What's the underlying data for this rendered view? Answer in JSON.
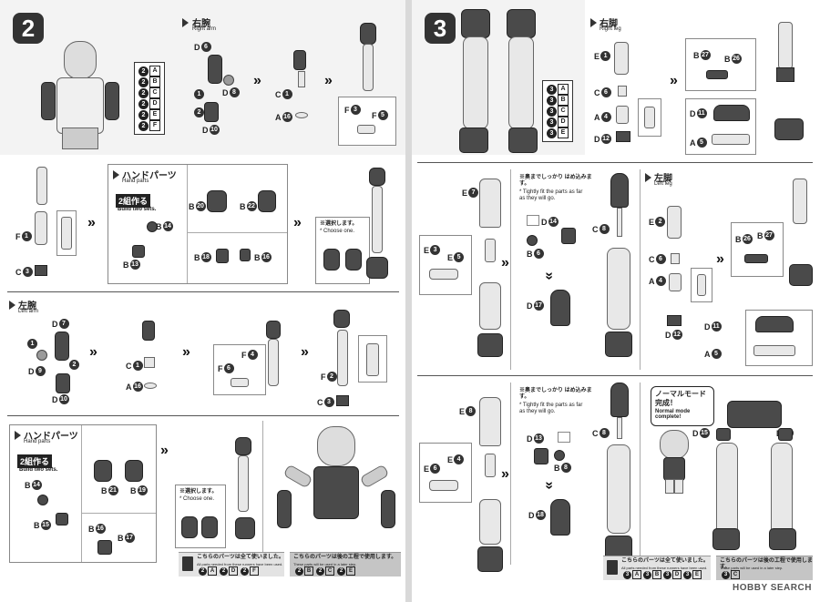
{
  "left_page": {
    "step2": {
      "number": "2",
      "right_arm": {
        "title_jp": "右腕",
        "title_en": "Right arm"
      },
      "gates": [
        {
          "n": "2",
          "c": "A"
        },
        {
          "n": "2",
          "c": "B"
        },
        {
          "n": "2",
          "c": "C"
        },
        {
          "n": "2",
          "c": "D"
        },
        {
          "n": "2",
          "c": "E"
        },
        {
          "n": "2",
          "c": "F"
        }
      ],
      "labels": {
        "d6": "D",
        "d6n": "6",
        "d8": "D",
        "d8n": "8",
        "d10": "D",
        "d10n": "10",
        "c1": "C",
        "c1n": "1",
        "a16": "A",
        "a16n": "16",
        "f3": "F",
        "f3n": "3",
        "f5": "F",
        "f5n": "5",
        "step1": "1",
        "step2": "2"
      }
    },
    "hand_parts_1": {
      "title_jp": "ハンドパーツ",
      "title_en": "Hand parts",
      "build_jp": "2組作る",
      "build_en": "Build two sets.",
      "labels": {
        "f1": "F",
        "f1n": "1",
        "c3": "C",
        "c3n": "3",
        "b14": "B",
        "b14n": "14",
        "b13": "B",
        "b13n": "13",
        "b20": "B",
        "b20n": "20",
        "b22": "B",
        "b22n": "22",
        "b18": "B",
        "b18n": "18",
        "b16": "B",
        "b16n": "16"
      },
      "choose_jp": "※選択します。",
      "choose_en": "* Choose one."
    },
    "left_arm": {
      "title_jp": "左腕",
      "title_en": "Left arm",
      "labels": {
        "d7": "D",
        "d7n": "7",
        "d9": "D",
        "d9n": "9",
        "d10": "D",
        "d10n": "10",
        "c1": "C",
        "c1n": "1",
        "a16": "A",
        "a16n": "16",
        "f6": "F",
        "f6n": "6",
        "f4": "F",
        "f4n": "4",
        "f2": "F",
        "f2n": "2",
        "c3": "C",
        "c3n": "3",
        "step1": "1",
        "step2": "2"
      }
    },
    "hand_parts_2": {
      "title_jp": "ハンドパーツ",
      "title_en": "Hand parts",
      "build_jp": "2組作る",
      "build_en": "Build two sets.",
      "labels": {
        "b14": "B",
        "b14n": "14",
        "b15": "B",
        "b15n": "15",
        "b21": "B",
        "b21n": "21",
        "b19": "B",
        "b19n": "19",
        "b16": "B",
        "b16n": "16",
        "b17": "B",
        "b17n": "17"
      },
      "choose_jp": "※選択します。",
      "choose_en": "* Choose one."
    },
    "footer": {
      "used_jp": "こちらのパーツは全て使いました。",
      "used_en": "All parts needed from these runners have been used.",
      "used_parts": [
        {
          "n": "2",
          "c": "A"
        },
        {
          "n": "2",
          "c": "D"
        },
        {
          "n": "2",
          "c": "F"
        }
      ],
      "later_jp": "こちらのパーツは後の工程で使用します。",
      "later_en": "These parts will be used in a later step.",
      "later_parts": [
        {
          "n": "2",
          "c": "B"
        },
        {
          "n": "2",
          "c": "C"
        },
        {
          "n": "2",
          "c": "E"
        }
      ]
    }
  },
  "right_page": {
    "step3": {
      "number": "3",
      "right_leg": {
        "title_jp": "右脚",
        "title_en": "Right leg"
      },
      "gates": [
        {
          "n": "3",
          "c": "A"
        },
        {
          "n": "3",
          "c": "B"
        },
        {
          "n": "3",
          "c": "C"
        },
        {
          "n": "3",
          "c": "D"
        },
        {
          "n": "3",
          "c": "E"
        }
      ],
      "labels": {
        "e1": "E",
        "e1n": "1",
        "c6": "C",
        "c6n": "6",
        "a4": "A",
        "a4n": "4",
        "d12": "D",
        "d12n": "12",
        "b27": "B",
        "b27n": "27",
        "b26": "B",
        "b26n": "26",
        "d11": "D",
        "d11n": "11",
        "a5": "A",
        "a5n": "5"
      }
    },
    "leg_assembly_1": {
      "tight_jp": "※奥までしっかり はめ込みます。",
      "tight_en": "* Tightly fit the parts as far as they will go.",
      "labels": {
        "e7": "E",
        "e7n": "7",
        "e3": "E",
        "e3n": "3",
        "e5": "E",
        "e5n": "5",
        "d14": "D",
        "d14n": "14",
        "b6": "B",
        "b6n": "6",
        "c8": "C",
        "c8n": "8",
        "d17": "D",
        "d17n": "17"
      }
    },
    "left_leg": {
      "title_jp": "左脚",
      "title_en": "Left leg",
      "labels": {
        "e2": "E",
        "e2n": "2",
        "c6": "C",
        "c6n": "6",
        "a4": "A",
        "a4n": "4",
        "d12": "D",
        "d12n": "12",
        "b26": "B",
        "b26n": "26",
        "b27": "B",
        "b27n": "27",
        "d11": "D",
        "d11n": "11",
        "a5": "A",
        "a5n": "5"
      }
    },
    "leg_assembly_2": {
      "tight_jp": "※奥までしっかり はめ込みます。",
      "tight_en": "* Tightly fit the parts as far as they will go.",
      "normal_mode_jp": "ノーマルモード 完成！",
      "normal_mode_en": "Normal mode complete!",
      "labels": {
        "e8": "E",
        "e8n": "8",
        "e6": "E",
        "e6n": "6",
        "e4": "E",
        "e4n": "4",
        "d13": "D",
        "d13n": "13",
        "b8": "B",
        "b8n": "8",
        "c8": "C",
        "c8n": "8",
        "d18": "D",
        "d18n": "18",
        "d15": "D",
        "d15n": "15",
        "d16": "D",
        "d16n": "16"
      }
    },
    "footer": {
      "used_jp": "こちらのパーツは全て使いました。",
      "used_en": "All parts needed from these runners have been used.",
      "used_parts": [
        {
          "n": "3",
          "c": "A"
        },
        {
          "n": "3",
          "c": "B"
        },
        {
          "n": "3",
          "c": "D"
        },
        {
          "n": "3",
          "c": "E"
        }
      ],
      "later_jp": "こちらのパーツは後の工程で使用します。",
      "later_en": "These parts will be used in a later step.",
      "later_parts": [
        {
          "n": "3",
          "c": "C"
        }
      ]
    },
    "watermark": "HOBBY SEARCH"
  }
}
